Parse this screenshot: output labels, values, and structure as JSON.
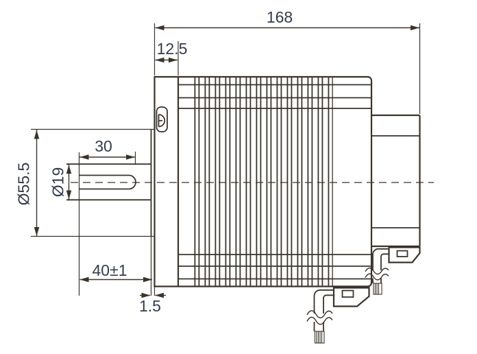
{
  "drawing": {
    "dimensions": {
      "total_length": "168",
      "front_flange_thickness": "12.5",
      "shaft_flat_length": "30",
      "pilot_diameter": "Ø55.5",
      "shaft_diameter": "Ø19",
      "shaft_length": "40±1",
      "pilot_height": "1.5"
    },
    "colors": {
      "line": "#3a332b",
      "text": "#343b4c",
      "background": "#ffffff"
    }
  }
}
